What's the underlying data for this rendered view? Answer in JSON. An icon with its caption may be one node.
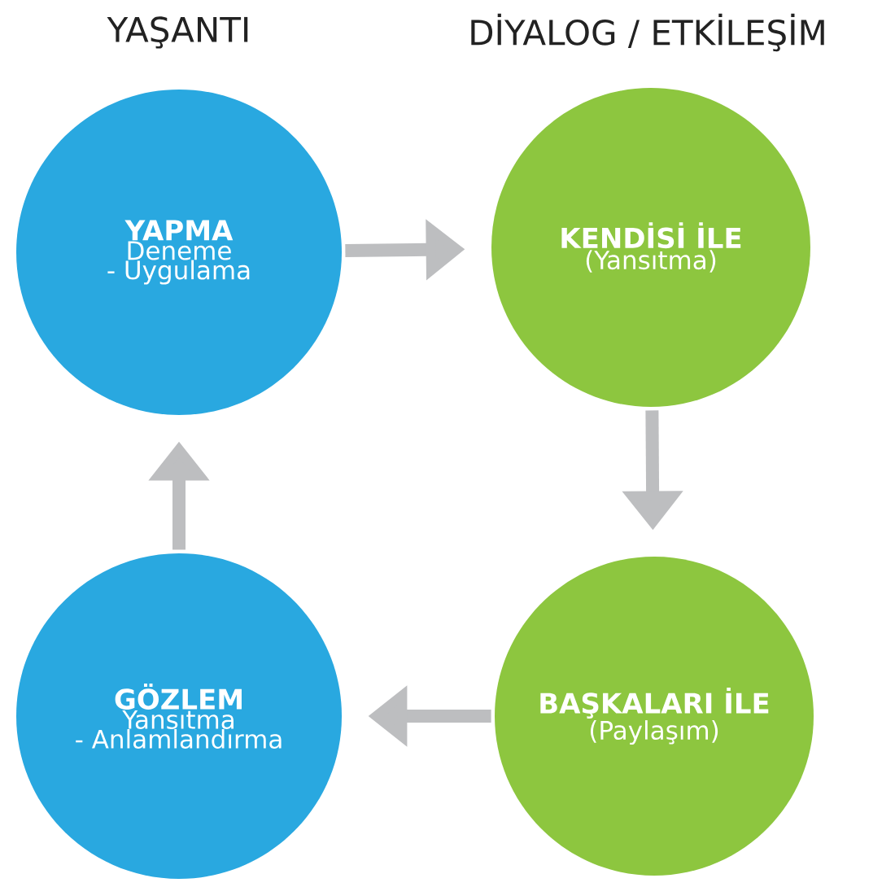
{
  "diagram": {
    "nodes": [
      {
        "text": [
          "YAPMA",
          "Deneme",
          "- Uygulama"
        ]
      },
      {
        "text": [
          "KENDİSİ İLE",
          "(Yansıtma)"
        ]
      },
      {
        "text": [
          "GÖZLEM",
          "Yansıtma",
          "- Anlamlandırma"
        ]
      },
      {
        "text": [
          "BAŞKALARI İLE",
          "(Paylaşım)"
        ]
      }
    ],
    "edges": [
      {
        "from": 0,
        "to": 1,
        "arrow": "to"
      },
      {
        "from": 1,
        "to": 3,
        "arrow": "to"
      },
      {
        "from": 3,
        "to": 2,
        "arrow": "to"
      },
      {
        "from": 2,
        "to": 0,
        "arrow": "to"
      }
    ],
    "labels": [
      "YAŞANTI",
      "DİYALOG / ETKİLEŞİM"
    ]
  }
}
